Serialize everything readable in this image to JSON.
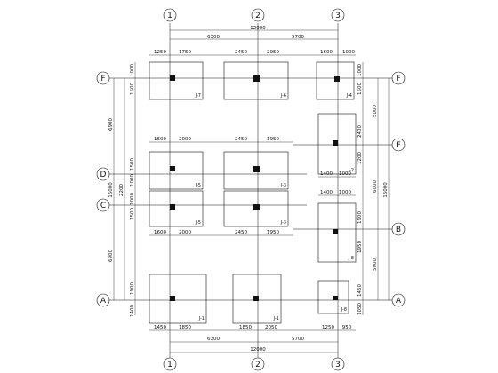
{
  "grid": {
    "columns": [
      "1",
      "2",
      "3"
    ],
    "rows": [
      "F",
      "E",
      "D",
      "C",
      "B",
      "A"
    ]
  },
  "top_dims": {
    "total": "12000",
    "spans": [
      "6300",
      "5700"
    ],
    "footing_widths": [
      "1250",
      "1750",
      "2450",
      "2050",
      "1600",
      "1000"
    ]
  },
  "bottom_dims": {
    "total": "12000",
    "spans": [
      "6300",
      "5700"
    ],
    "footing_widths": [
      "1450",
      "1850",
      "1850",
      "2050",
      "1250",
      "950"
    ]
  },
  "left_dims": {
    "total": "16000",
    "spans": [
      "6900",
      "2200",
      "6900"
    ],
    "footing_heights": [
      "1000",
      "1500",
      "1500",
      "1000",
      "1000",
      "1500",
      "1900",
      "1400"
    ]
  },
  "right_dims": {
    "total": "16000",
    "spans": [
      "5000",
      "6000",
      "5000"
    ],
    "footing_heights": [
      "1000",
      "1500",
      "2400",
      "1200",
      "1900",
      "1950",
      "1450",
      "1050"
    ]
  },
  "row_dims": {
    "d_upper": [
      "1600",
      "2000",
      "2450",
      "1950"
    ],
    "c_lower": [
      "1600",
      "2000",
      "2450",
      "1950"
    ],
    "e3_lower": [
      "1400",
      "1000"
    ],
    "b3_upper": [
      "1400",
      "1000"
    ]
  },
  "footings": [
    {
      "id": "f1",
      "label": "J-7"
    },
    {
      "id": "f2",
      "label": "J-6"
    },
    {
      "id": "f3",
      "label": "J-4"
    },
    {
      "id": "f4",
      "label": "J-5"
    },
    {
      "id": "f5",
      "label": "J-3"
    },
    {
      "id": "f6",
      "label": "J-2"
    },
    {
      "id": "f7",
      "label": "J-5"
    },
    {
      "id": "f8",
      "label": "J-3"
    },
    {
      "id": "f9",
      "label": "J-8"
    },
    {
      "id": "f10",
      "label": "J-1"
    },
    {
      "id": "f11",
      "label": "J-1"
    },
    {
      "id": "f12",
      "label": "J-8"
    }
  ],
  "colors": {
    "line": "#111111",
    "paper": "#ffffff"
  }
}
